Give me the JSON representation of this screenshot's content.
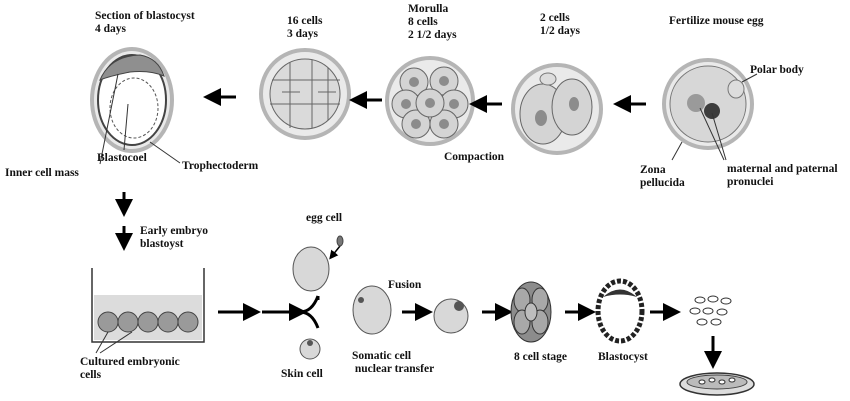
{
  "top_row": {
    "fertilize_title": "Fertilize mouse egg",
    "polar_body": "Polar body",
    "zona_pellucida": "Zona\npellucida",
    "pronuclei": "maternal and paternal\npronuclei",
    "two_cells": "2 cells\n1/2 days",
    "morulla": "Morulla\n8 cells\n2 1/2 days",
    "compaction": "Compaction",
    "sixteen_cells": "16 cells\n3 days",
    "blastocyst_section": "Section of blastocyst\n4 days",
    "inner_cell_mass": "Inner cell mass",
    "blastocoel": "Blastocoel",
    "trophectoderm": "Trophectoderm"
  },
  "bottom_row": {
    "early_embryo": "Early embryo\nblastoyst",
    "cultured_cells": "Cultured embryonic\ncells",
    "egg_cell": "egg cell",
    "skin_cell": "Skin cell",
    "fusion": "Fusion",
    "scnt": "Somatic cell\n nuclear transfer",
    "eight_cell_stage": "8 cell stage",
    "blastocyst": "Blastocyst"
  },
  "colors": {
    "cell_fill": "#d6d6d6",
    "zona_fill": "#e8e8e8",
    "nucleus": "#8a8a8a",
    "outline": "#555555",
    "arrow": "#000000"
  }
}
